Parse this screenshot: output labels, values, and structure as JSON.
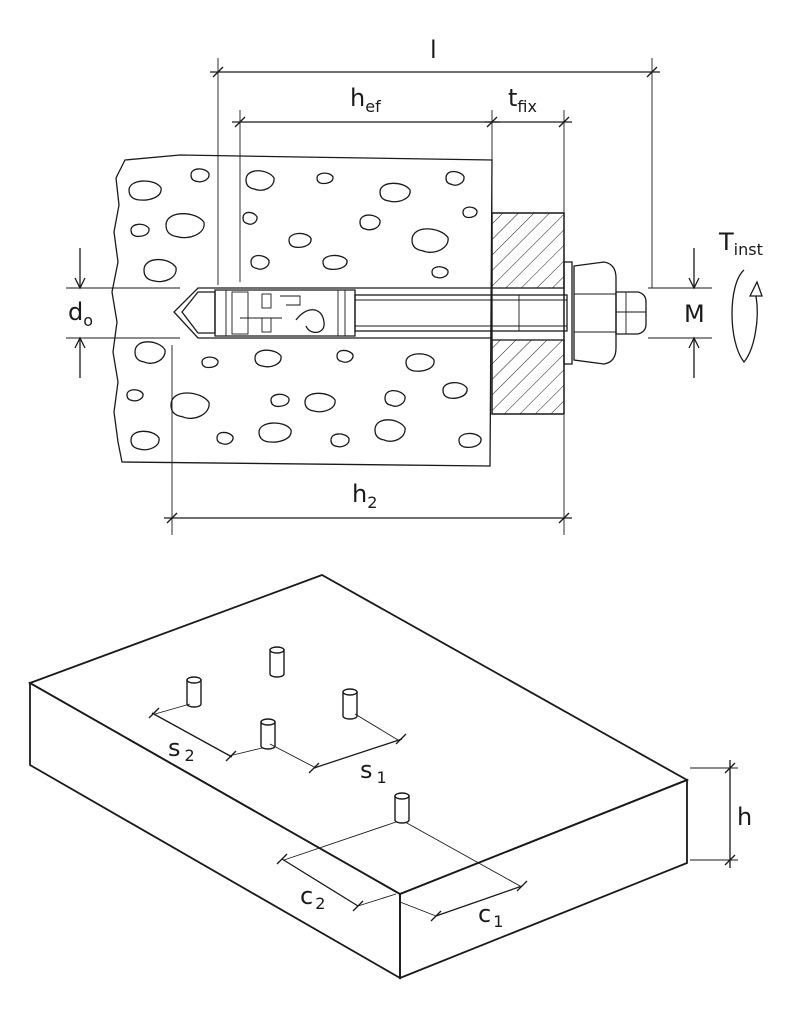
{
  "top_diagram": {
    "labels": {
      "l": "l",
      "hef_main": "h",
      "hef_sub": "ef",
      "tfix_main": "t",
      "tfix_sub": "fix",
      "tinst_main": "T",
      "tinst_sub": "inst",
      "do_main": "d",
      "do_sub": "o",
      "m": "M",
      "h2_main": "h",
      "h2_sub": "2"
    }
  },
  "bottom_diagram": {
    "labels": {
      "s2_main": "s",
      "s2_sub": "2",
      "s1_main": "s",
      "s1_sub": "1",
      "c2_main": "c",
      "c2_sub": "2",
      "c1_main": "c",
      "c1_sub": "1",
      "h": "h"
    }
  }
}
